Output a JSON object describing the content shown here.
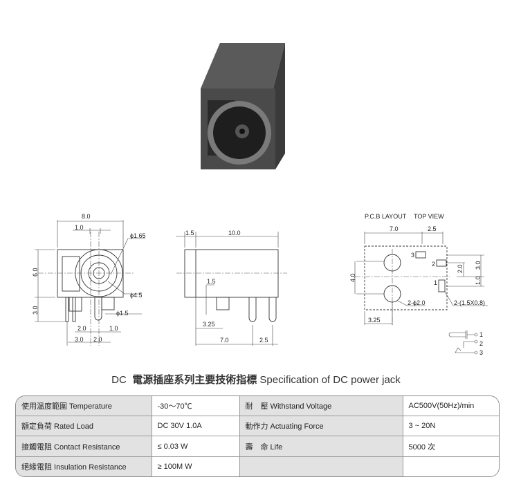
{
  "drawing": {
    "front": {
      "width": "8.0",
      "offset": "1.0",
      "hole": "ϕ1.65",
      "outer": "ϕ4.5",
      "pin": "ϕ1.5",
      "height": "6.0",
      "pin_len": "3.0",
      "d1": "2.0",
      "d2": "1.0",
      "d3": "3.0",
      "d4": "2.0"
    },
    "side": {
      "front": "1.5",
      "length": "10.0",
      "pin_h": "1.5",
      "pin_x": "3.25",
      "span": "7.0",
      "pitch": "2.5"
    },
    "pcb": {
      "title": "P.C.B LAYOUT",
      "view": "TOP VIEW",
      "w": "7.0",
      "p": "2.5",
      "h": "4.0",
      "v1": "2.0",
      "v2": "3.0",
      "v3": "1.0",
      "holes": "2-ϕ2.0",
      "pads": "2-(1.5X0.8)",
      "x": "3.25",
      "pad3": "3",
      "pad2": "2",
      "pad1": "1"
    },
    "schematic": {
      "p1": "1",
      "p2": "2",
      "p3": "3"
    }
  },
  "title": {
    "prefix": "DC",
    "cn": "電源插座系列主要技術指標",
    "en": "Specification of DC power jack"
  },
  "spec_rows": [
    {
      "l1": "使用溫度範圍 Temperature",
      "v1": "-30～70℃",
      "l2": "耐　壓 Withstand Voltage",
      "v2": "AC500V(50Hz)/min"
    },
    {
      "l1": "額定負荷  Rated Load",
      "v1": "DC  30V  1.0A",
      "l2": "動作力  Actuating Force",
      "v2": "3 ~ 20N"
    },
    {
      "l1": "接觸電阻  Contact Resistance",
      "v1": "≤ 0.03 W",
      "l2": "壽　命  Life",
      "v2": "5000 次"
    },
    {
      "l1": "絕緣電阻  Insulation Resistance",
      "v1": "≥ 100M W",
      "l2": "",
      "v2": ""
    }
  ]
}
